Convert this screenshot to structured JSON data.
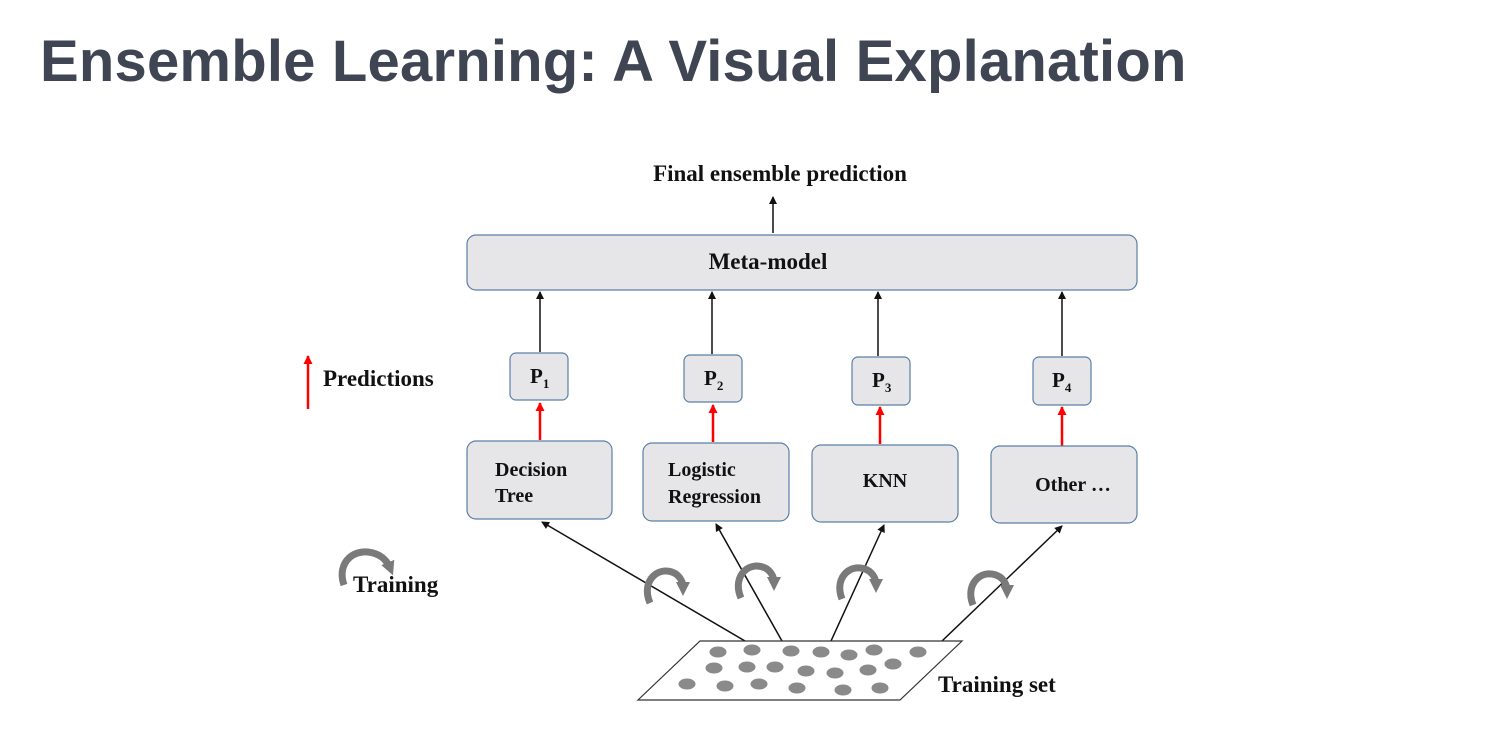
{
  "title": "Ensemble Learning: A Visual Explanation",
  "diagram": {
    "output_label": "Final ensemble prediction",
    "meta_model_label": "Meta-model",
    "legend": {
      "predictions_label": "Predictions",
      "training_label": "Training"
    },
    "predictions": [
      {
        "letter": "P",
        "index": "1"
      },
      {
        "letter": "P",
        "index": "2"
      },
      {
        "letter": "P",
        "index": "3"
      },
      {
        "letter": "P",
        "index": "4"
      }
    ],
    "models": [
      {
        "line1": "Decision",
        "line2": "Tree"
      },
      {
        "line1": "Logistic",
        "line2": "Regression"
      },
      {
        "line1": "KNN",
        "line2": ""
      },
      {
        "line1": "Other …",
        "line2": ""
      }
    ],
    "training_set_label": "Training set",
    "colors": {
      "box_fill": "#e6e6e8",
      "box_stroke": "#5b7fa6",
      "prediction_arrow": "#ff0000",
      "arrow": "#111111",
      "dot": "#8a8a8a",
      "curved_arrow": "#7a7a7a"
    }
  }
}
